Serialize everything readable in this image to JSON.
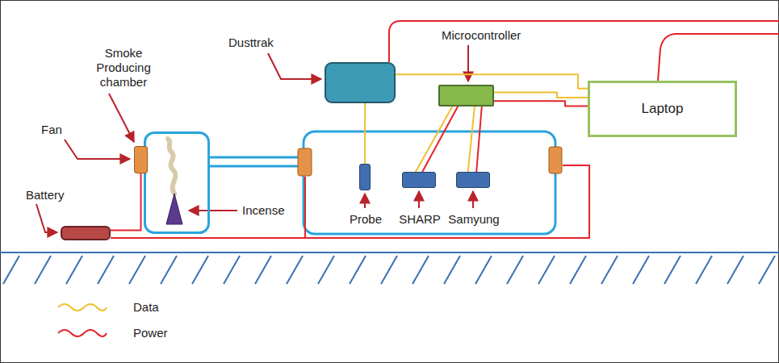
{
  "diagram": {
    "nodes": [
      {
        "text": [
          "Dusttrak"
        ]
      },
      {
        "text": [
          "Microcontroller"
        ]
      },
      {
        "text": [
          "Laptop"
        ]
      },
      {
        "text": [
          "Smoke Producing chamber"
        ]
      },
      {
        "text": [
          "Fan"
        ]
      },
      {
        "text": [
          "Battery"
        ]
      },
      {
        "text": [
          "Probe"
        ]
      },
      {
        "text": [
          "SHARP"
        ]
      },
      {
        "text": [
          "Samyung"
        ]
      }
    ],
    "edges": [
      {
        "from": 0,
        "to": 6,
        "arrow": "none"
      },
      {
        "from": 0,
        "to": 2,
        "arrow": "none"
      },
      {
        "from": 1,
        "to": 2,
        "arrow": "none"
      },
      {
        "from": 1,
        "to": 2,
        "arrow": "none"
      },
      {
        "from": 1,
        "to": 7,
        "arrow": "none"
      },
      {
        "from": 1,
        "to": 7,
        "arrow": "none"
      },
      {
        "from": 1,
        "to": 8,
        "arrow": "none"
      },
      {
        "from": 1,
        "to": 8,
        "arrow": "none"
      },
      {
        "from": 5,
        "to": 4,
        "arrow": "none"
      }
    ],
    "labels": [
      "Incense"
    ],
    "legend": [
      {
        "text": "Data"
      },
      {
        "text": "Power"
      }
    ]
  }
}
